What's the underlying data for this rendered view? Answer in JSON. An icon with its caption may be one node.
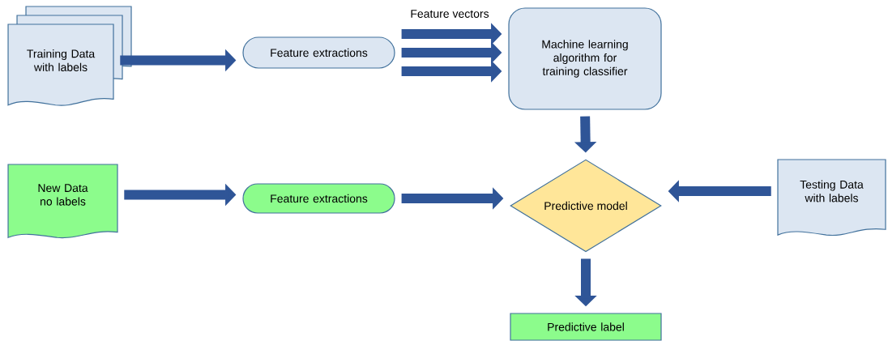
{
  "diagram": {
    "nodes": [
      {
        "text": [
          "Training Data with labels"
        ]
      },
      {
        "text": [
          "Feature extractions"
        ]
      },
      {
        "text": [
          "Machine learning algorithm for training classifier"
        ]
      },
      {
        "text": [
          "New Data no labels"
        ]
      },
      {
        "text": [
          "Feature extractions"
        ]
      },
      {
        "text": [
          "Predictive model"
        ]
      },
      {
        "text": [
          "Testing Data with labels"
        ]
      },
      {
        "text": [
          "Predictive label"
        ]
      }
    ],
    "edges": [
      {
        "from": 0,
        "to": 1,
        "arrow": "to"
      },
      {
        "from": 1,
        "to": 2,
        "arrow": "to"
      },
      {
        "from": 1,
        "to": 2,
        "arrow": "to"
      },
      {
        "from": 1,
        "to": 2,
        "arrow": "to"
      },
      {
        "from": 2,
        "to": 5,
        "arrow": "to"
      },
      {
        "from": 3,
        "to": 4,
        "arrow": "to"
      },
      {
        "from": 4,
        "to": 5,
        "arrow": "to"
      },
      {
        "from": 6,
        "to": 5,
        "arrow": "to"
      },
      {
        "from": 5,
        "to": 7,
        "arrow": "to"
      }
    ],
    "labels": [
      "Feature vectors"
    ]
  }
}
